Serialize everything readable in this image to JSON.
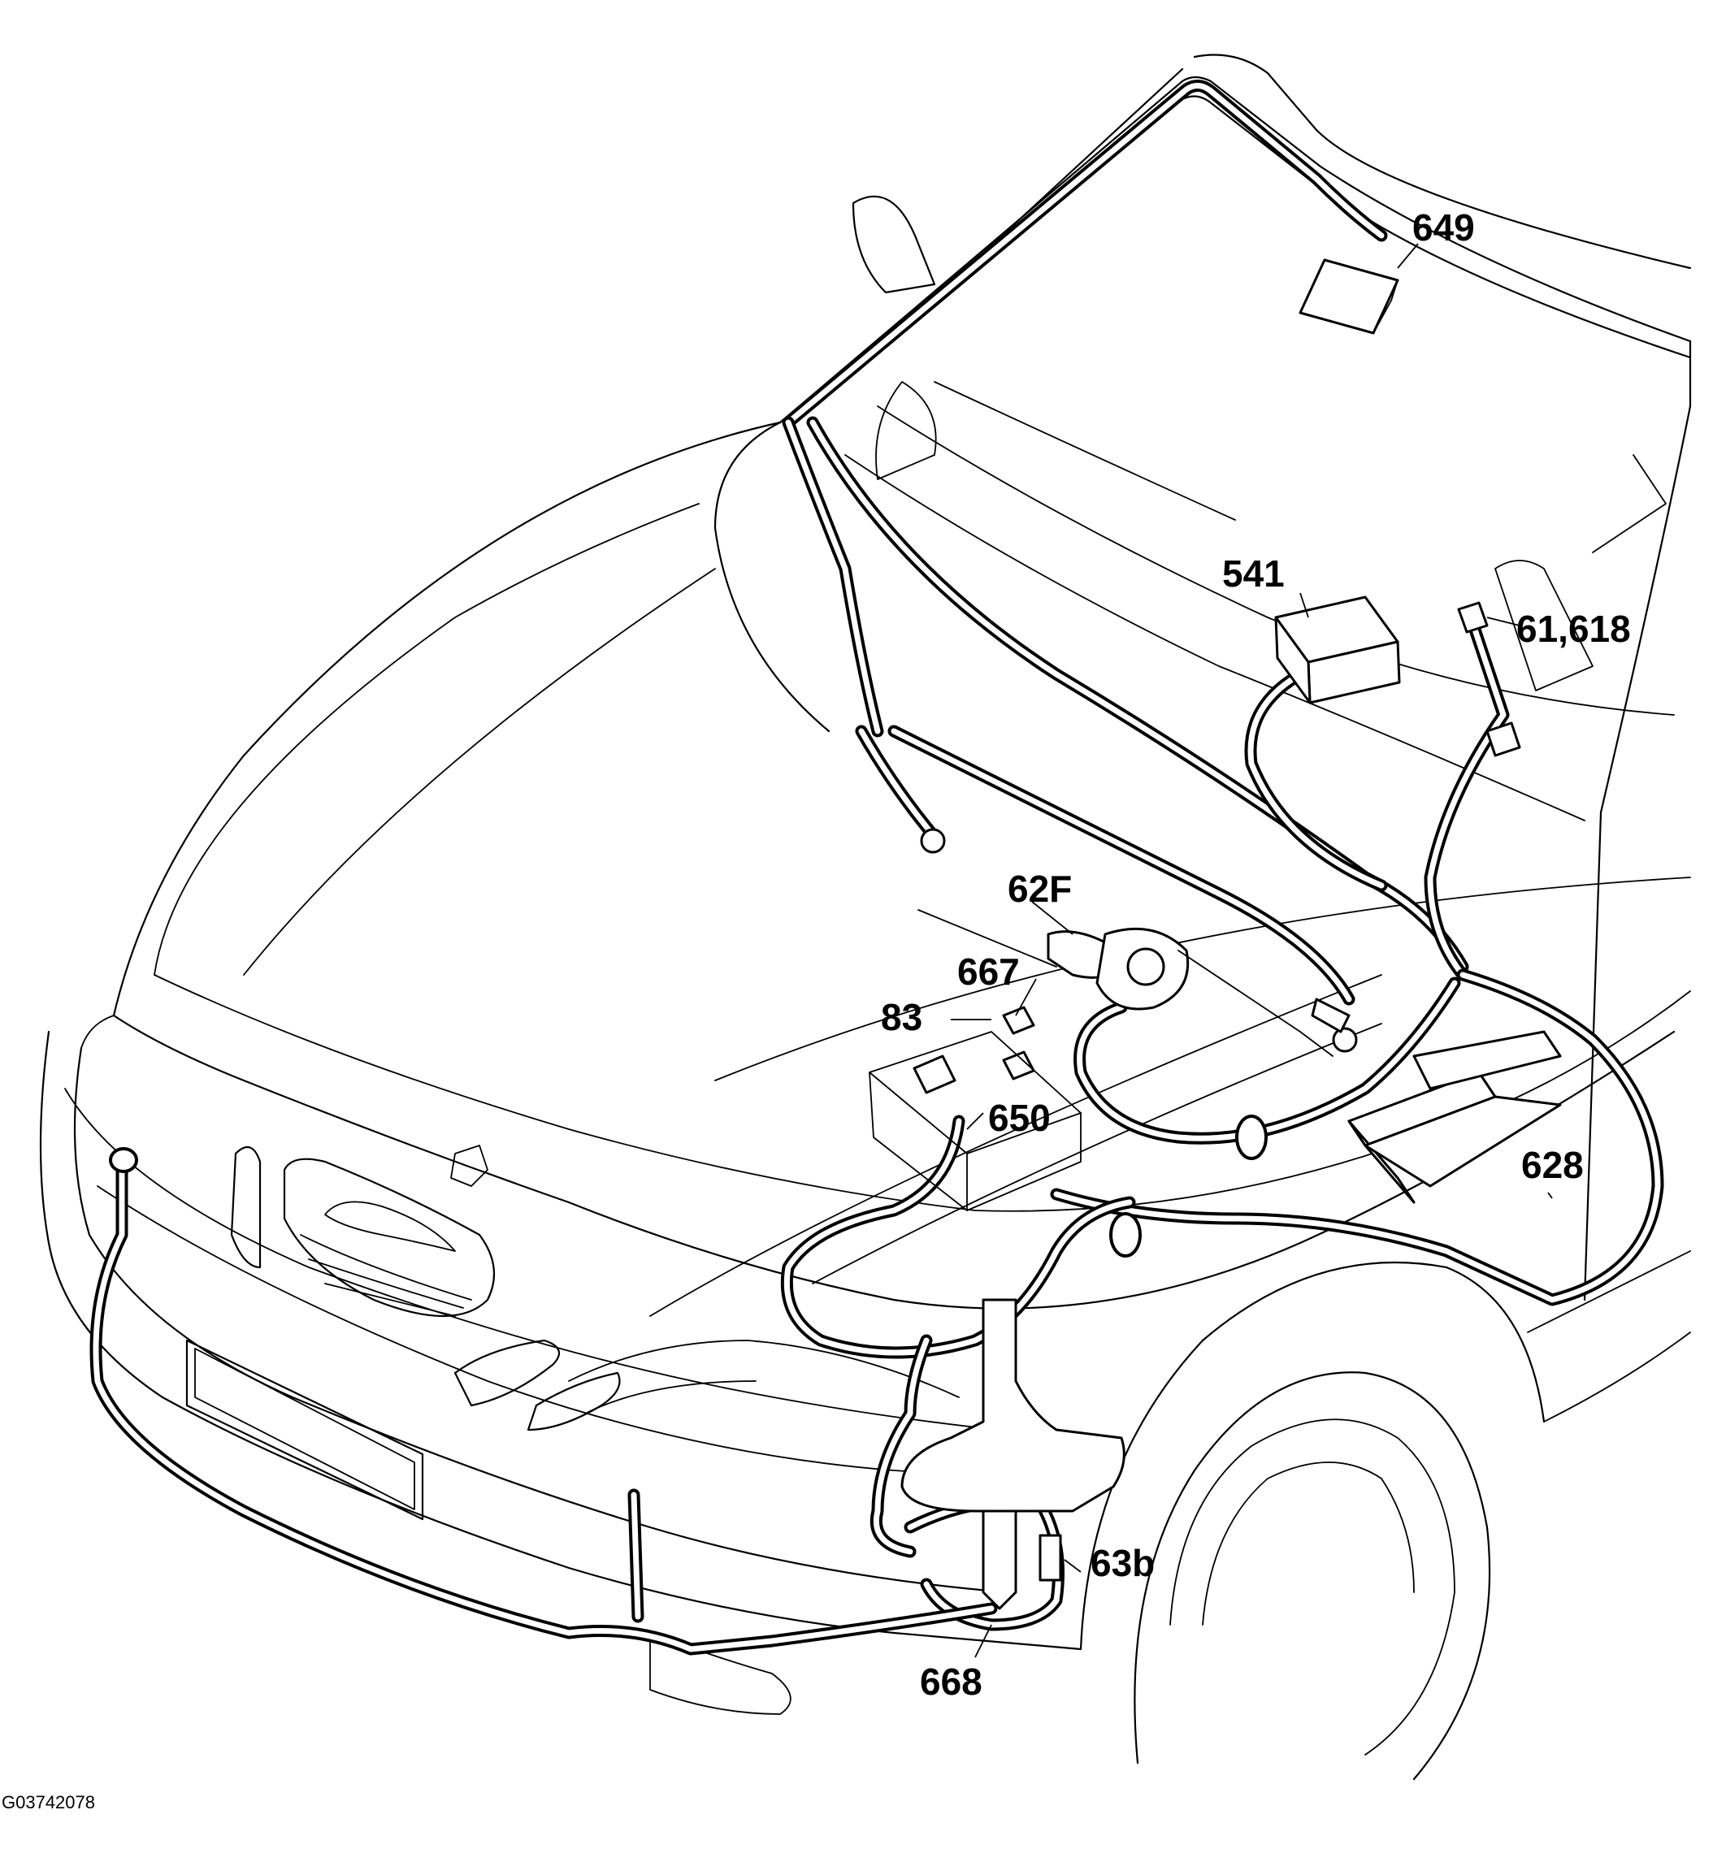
{
  "callouts": [
    {
      "id": "649",
      "label": "649"
    },
    {
      "id": "541",
      "label": "541"
    },
    {
      "id": "61-618",
      "label": "61,618"
    },
    {
      "id": "62F",
      "label": "62F"
    },
    {
      "id": "667",
      "label": "667"
    },
    {
      "id": "83",
      "label": "83"
    },
    {
      "id": "650",
      "label": "650"
    },
    {
      "id": "628",
      "label": "628"
    },
    {
      "id": "63b",
      "label": "63b"
    },
    {
      "id": "668",
      "label": "668"
    }
  ],
  "figure_id": "G03742078"
}
